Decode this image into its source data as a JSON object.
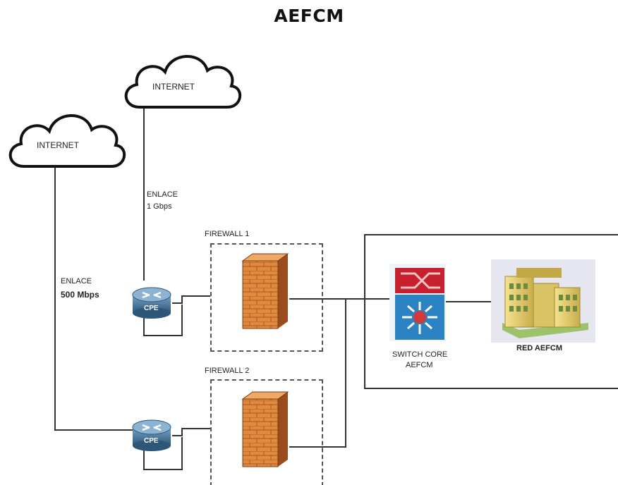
{
  "title": "AEFCM",
  "clouds": {
    "left": "INTERNET",
    "top": "INTERNET"
  },
  "links": {
    "top_line1": "ENLACE",
    "top_line2": "1 Gbps",
    "left_line1": "ENLACE",
    "left_line2": "500 Mbps"
  },
  "routers": {
    "top": "CPE",
    "bottom": "CPE"
  },
  "firewalls": {
    "fw1": "FIREWALL 1",
    "fw2": "FIREWALL 2"
  },
  "switch": {
    "line1": "SWITCH CORE",
    "line2": "AEFCM"
  },
  "network": {
    "label": "RED AEFCM"
  },
  "colors": {
    "firewall": "#d9823b",
    "switch_top": "#c8202e",
    "switch_bottom": "#2b83c3",
    "router": "#3f6e98",
    "building": "#e8d27a"
  }
}
